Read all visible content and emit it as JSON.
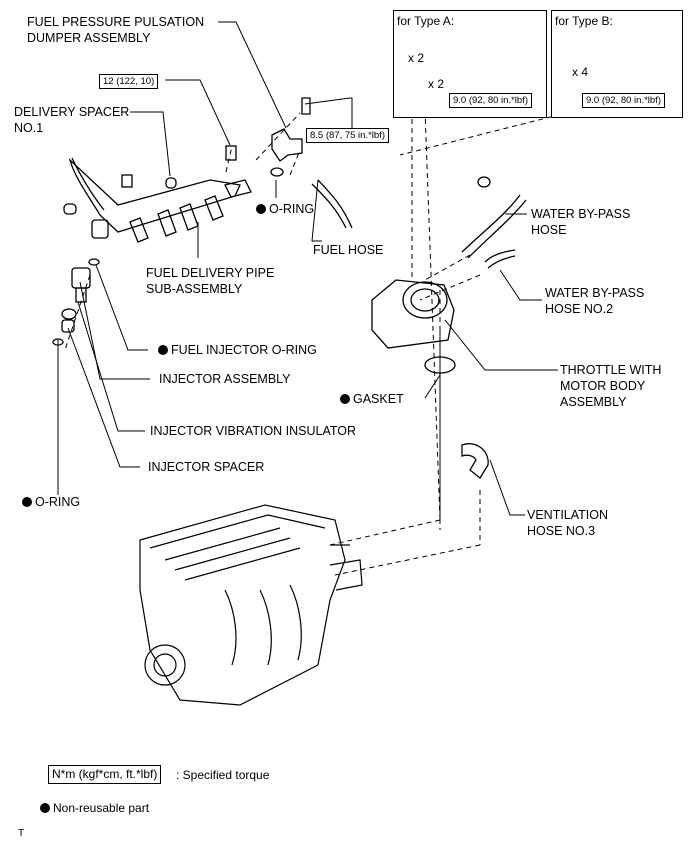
{
  "labels": {
    "fuel_pressure_pulsation_damper": "FUEL PRESSURE PULSATION\nDUMPER ASSEMBLY",
    "delivery_spacer": "DELIVERY SPACER\nNO.1",
    "o_ring_top": "O-RING",
    "fuel_hose": "FUEL HOSE",
    "fuel_delivery_pipe": "FUEL DELIVERY PIPE\nSUB-ASSEMBLY",
    "fuel_injector_o_ring": "FUEL INJECTOR O-RING",
    "injector_assembly": "INJECTOR ASSEMBLY",
    "injector_vibration_insulator": "INJECTOR VIBRATION INSULATOR",
    "injector_spacer": "INJECTOR SPACER",
    "o_ring_left": "O-RING",
    "water_bypass_hose": "WATER BY-PASS\nHOSE",
    "water_bypass_hose_no2": "WATER BY-PASS\nHOSE NO.2",
    "throttle_body": "THROTTLE WITH\nMOTOR BODY\nASSEMBLY",
    "gasket": "GASKET",
    "ventilation_hose": "VENTILATION\nHOSE NO.3"
  },
  "torques": {
    "delivery_pipe_bolt": "12 (122, 10)",
    "damper": "8.5 (87, 75 in.*lbf)",
    "type_a": "9.0 (92, 80 in.*lbf)",
    "type_b": "9.0 (92, 80 in.*lbf)"
  },
  "type_a": {
    "title": "for Type A:",
    "qty1": "x 2",
    "qty2": "x 2"
  },
  "type_b": {
    "title": "for Type B:",
    "qty": "x 4"
  },
  "legend": {
    "torque_unit": "N*m (kgf*cm, ft.*lbf)",
    "torque_desc": ": Specified torque",
    "non_reusable": "Non-reusable part"
  },
  "footer_mark": "T"
}
